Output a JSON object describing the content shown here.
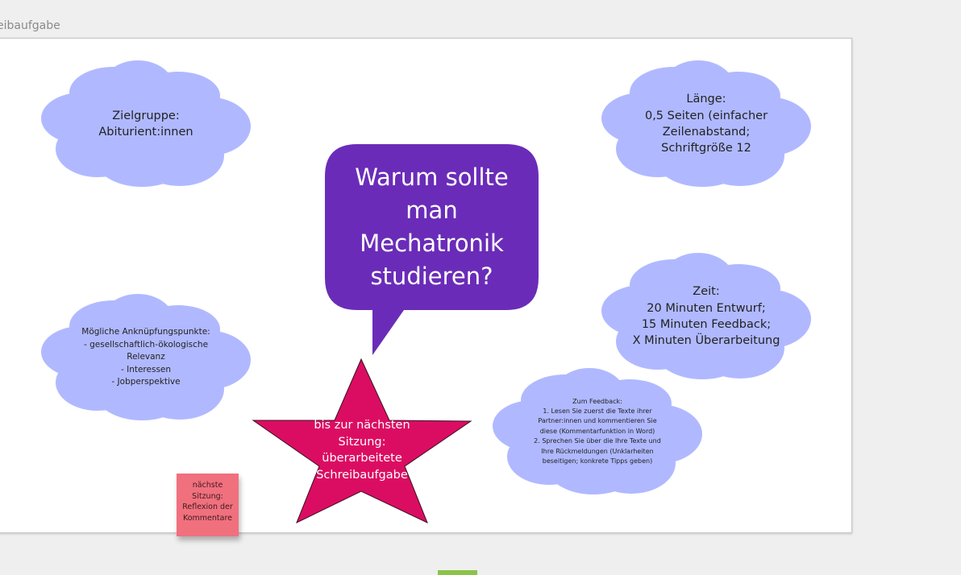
{
  "frame": {
    "title": "eibaufgabe"
  },
  "board": {
    "speech_bubble": {
      "text": "Warum sollte man Mechatronik studieren?",
      "color": "#6a2cb8"
    },
    "clouds": {
      "color": "#b0b9ff",
      "zielgruppe": "Zielgruppe:\nAbiturient:innen",
      "laenge": "Länge:\n0,5 Seiten (einfacher Zeilenabstand; Schriftgröße 12",
      "anknuepfung": "Mögliche Anknüpfungspunkte:\n- gesellschaftlich-ökologische Relevanz\n- Interessen\n- Jobperspektive",
      "zeit": "Zeit:\n20 Minuten Entwurf;\n15 Minuten Feedback;\nX Minuten Überarbeitung",
      "feedback": "Zum Feedback:\n1. Lesen Sie zuerst die Texte ihrer Partner:innen und kommentieren Sie diese (Kommentarfunktion in Word)\n2. Sprechen Sie über die Ihre Texte und Ihre Rückmeldungen (Unklarheiten beseitigen; konkrete Tipps geben)"
    },
    "star": {
      "text": "bis zur nächsten Sitzung: überarbeitete Schreibaufgabe",
      "color": "#db0d62"
    },
    "sticky_note": {
      "text": "nächste Sitzung: Reflexion der Kommentare",
      "color": "#f1707e"
    }
  },
  "colors": {
    "tab_indicator": "#8bc34a"
  }
}
